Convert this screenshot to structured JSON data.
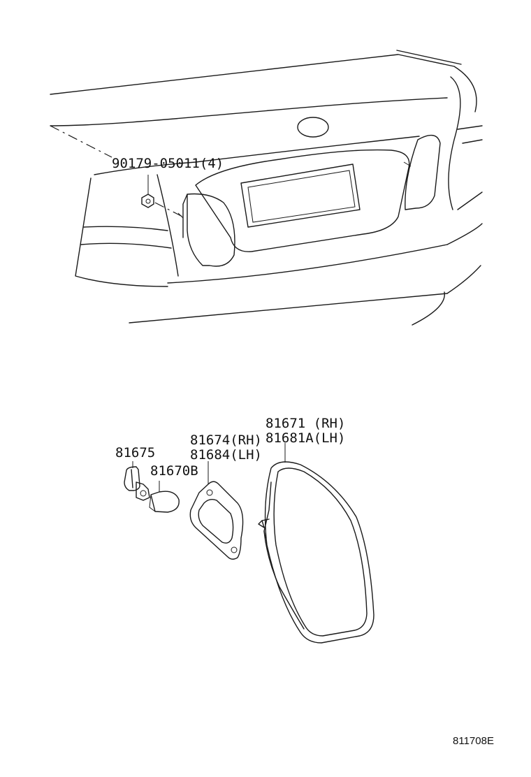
{
  "callouts": {
    "nut": "90179-05011(4)",
    "socket": "81675",
    "bulb": "81670B",
    "gasket_rh": "81674(RH)",
    "gasket_lh": "81684(LH)",
    "lamp_rh": "81671 (RH)",
    "lamp_lh": "81681A(LH)"
  },
  "reference_number": "811708E"
}
